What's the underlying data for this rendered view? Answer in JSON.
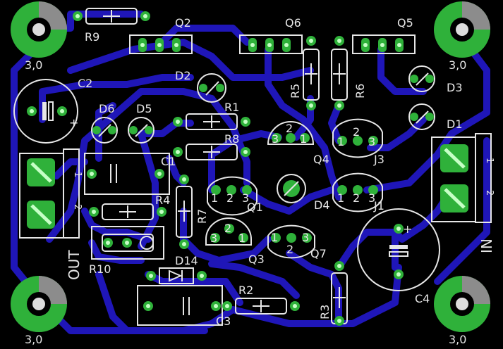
{
  "board": {
    "background": "#000000",
    "trace_color": "#1f16b8",
    "pad_color": "#2fb13a",
    "silk_color": "#e6e6e6"
  },
  "labels": {
    "R9": "R9",
    "Q2": "Q2",
    "Q6": "Q6",
    "Q5": "Q5",
    "C2": "C2",
    "D2": "D2",
    "R5": "R5",
    "R6": "R6",
    "D3": "D3",
    "D1": "D1",
    "D6": "D6",
    "D5": "D5",
    "R1": "R1",
    "R8": "R8",
    "C1": "C1",
    "Q4": "Q4",
    "J3": "J3",
    "R4": "R4",
    "R7": "R7",
    "Q1": "Q1",
    "D4": "D4",
    "J1": "J1",
    "Q3": "Q3",
    "Q7": "Q7",
    "R10": "R10",
    "D14": "D14",
    "R2": "R2",
    "R3": "R3",
    "C3": "C3",
    "C4": "C4",
    "OUT": "OUT",
    "IN": "IN",
    "hole_tl": "3,0",
    "hole_tr": "3,0",
    "hole_bl": "3,0",
    "hole_br": "3,0"
  },
  "pin_numbers": {
    "q4": [
      "3",
      "2",
      "1"
    ],
    "j3": [
      "1",
      "2",
      "3"
    ],
    "q1": [
      "1",
      "2",
      "3"
    ],
    "j1": [
      "1",
      "2",
      "3"
    ],
    "q3": [
      "3",
      "2",
      "1"
    ],
    "q7": [
      "1",
      "2",
      "3"
    ],
    "out_1": "1",
    "out_2": "2",
    "in_1": "1",
    "in_2": "2"
  },
  "polarity": {
    "c2_plus": "+",
    "c4_plus": "+"
  }
}
